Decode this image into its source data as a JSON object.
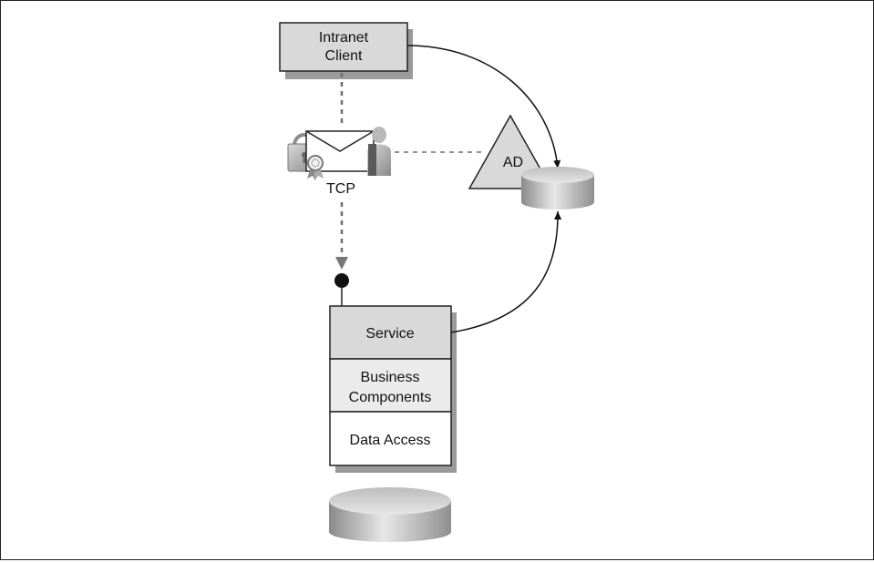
{
  "diagram": {
    "client": {
      "line1": "Intranet",
      "line2": "Client"
    },
    "protocol_label": "TCP",
    "ad_label": "AD",
    "service_stack": {
      "service": "Service",
      "business_line1": "Business",
      "business_line2": "Components",
      "data_access": "Data Access"
    }
  },
  "colors": {
    "box_fill_gray": "#d9d9d9",
    "box_fill_light": "#ebebeb",
    "stroke": "#222222",
    "shadow": "#9a9a9a",
    "dashed": "#6e6e6e"
  }
}
